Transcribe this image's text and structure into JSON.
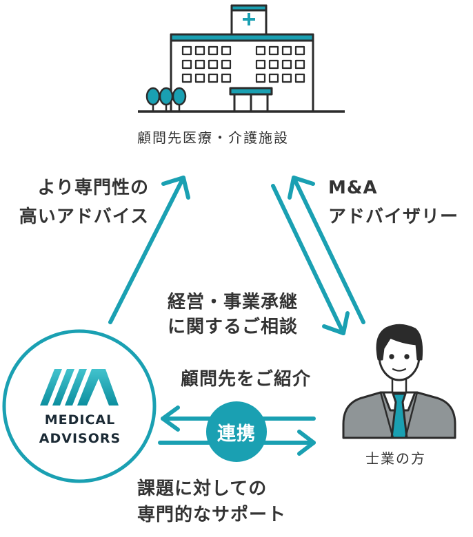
{
  "nodes": {
    "facility": "顧問先医療・介護施設",
    "professional": "士業の方",
    "logo_line1": "MEDICAL",
    "logo_line2": "ADVISORS"
  },
  "edges": {
    "advice_line1": "より専門性の",
    "advice_line2": "高いアドバイス",
    "ma_line1": "M&A",
    "ma_line2": "アドバイザリー",
    "consult_line1": "経営・事業承継",
    "consult_line2": "に関するご相談",
    "referral": "顧問先をご紹介",
    "support_line1": "課題に対しての",
    "support_line2": "専門的なサポート"
  },
  "badge": "連携",
  "colors": {
    "accent": "#1aa0b2",
    "dark": "#2b2b2b",
    "suit": "#8f9597"
  }
}
